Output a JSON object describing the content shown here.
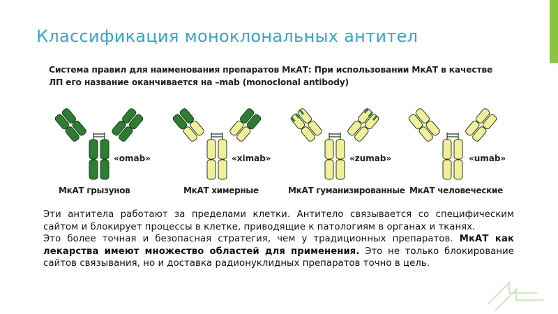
{
  "slide": {
    "title": "Классификация моноклональных антител"
  },
  "figure": {
    "caption": "Система правил для наименования препаратов МкАТ: При использовании МкАТ в качестве ЛП его название оканчивается на –mab (monoclonal antibody)",
    "antibodies": [
      {
        "suffix": "«omab»",
        "label": "МкАТ грызунов",
        "type": "murine",
        "colors": {
          "dark": "#2e7d32",
          "light": "#2e7d32"
        }
      },
      {
        "suffix": "«ximab»",
        "label": "МкАТ химерные",
        "type": "chimeric",
        "colors": {
          "dark": "#2e7d32",
          "light": "#f3ee9a"
        }
      },
      {
        "suffix": "«zumab»",
        "label": "МкАТ гуманизированные",
        "type": "humanized",
        "colors": {
          "dark": "#2e7d32",
          "light": "#f3ee9a"
        }
      },
      {
        "suffix": "«umab»",
        "label": "МкАТ человеческие",
        "type": "human",
        "colors": {
          "dark": "#f3ee9a",
          "light": "#f3ee9a"
        }
      }
    ]
  },
  "body": {
    "p1": "Эти антитела работают за пределами клетки. Антитело связывается со специфическим сайтом и блокирует процессы в клетке, приводящие к патологиям в органах и тканях.",
    "p2_start": "Это более точная и безопасная стратегия, чем у традиционных препаратов. ",
    "p2_bold": "МкАТ как лекарства имеют множество областей для применения.",
    "p2_end": " Это не только блокирование сайтов связывания, но и доставка радионуклидных препаратов точно в цель."
  },
  "theme": {
    "title_color": "#35a6c9",
    "accent_color": "#8bc53f",
    "dark_green": "#2e7d32",
    "pale_yellow": "#f3ee9a"
  }
}
